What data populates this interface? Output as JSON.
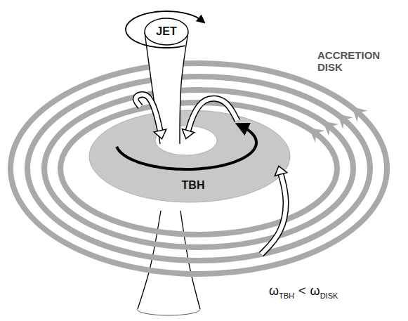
{
  "diagram": {
    "nodes": [
      {
        "text": [
          "JET"
        ]
      },
      {
        "text": [
          "TBH"
        ]
      }
    ],
    "labels": [
      "ACCRETION DISK",
      "ω",
      "TBH",
      "<",
      "ω",
      "DISK"
    ]
  }
}
